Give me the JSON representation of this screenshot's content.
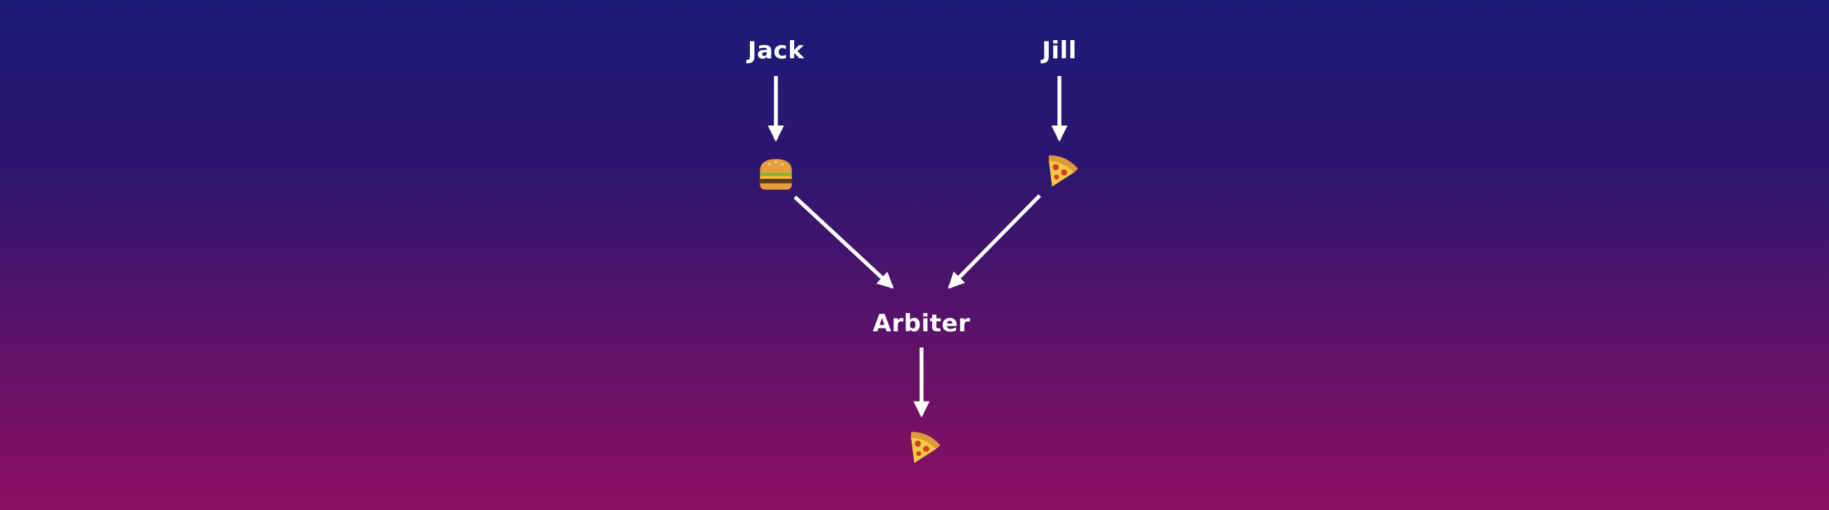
{
  "diagram": {
    "nodes": {
      "jack": {
        "label": "Jack",
        "choice_icon": "burger"
      },
      "jill": {
        "label": "Jill",
        "choice_icon": "pizza"
      },
      "arbiter": {
        "label": "Arbiter",
        "output_icon": "pizza"
      }
    },
    "icons": {
      "burger": "🍔",
      "pizza": "🍕"
    },
    "edges": [
      {
        "from": "jack",
        "to": "jack-choice"
      },
      {
        "from": "jill",
        "to": "jill-choice"
      },
      {
        "from": "jack-choice",
        "to": "arbiter"
      },
      {
        "from": "jill-choice",
        "to": "arbiter"
      },
      {
        "from": "arbiter",
        "to": "arbiter-output"
      }
    ],
    "colors": {
      "background_top": "#1c1a77",
      "background_bottom": "#8d0e63",
      "arrow": "#ffffff",
      "label_text": "#ffffff"
    }
  }
}
